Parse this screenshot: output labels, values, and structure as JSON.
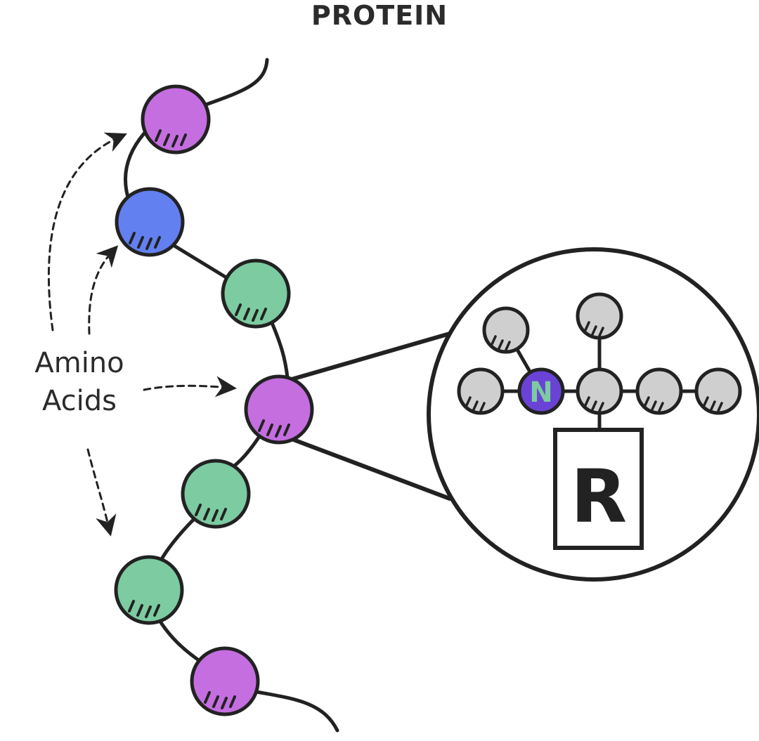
{
  "title": "PROTEIN",
  "label": {
    "line1": "Amino",
    "line2": "Acids"
  },
  "zoom": {
    "atom_letter": "N",
    "group_letter": "R"
  },
  "colors": {
    "ink": "#222222",
    "purple": "#c56ee0",
    "blue": "#6380f0",
    "green": "#7ccba1",
    "gray": "#cfcfcf",
    "nitrogen": "#6a43d6",
    "nitrogen_letter": "#7ccba1"
  }
}
